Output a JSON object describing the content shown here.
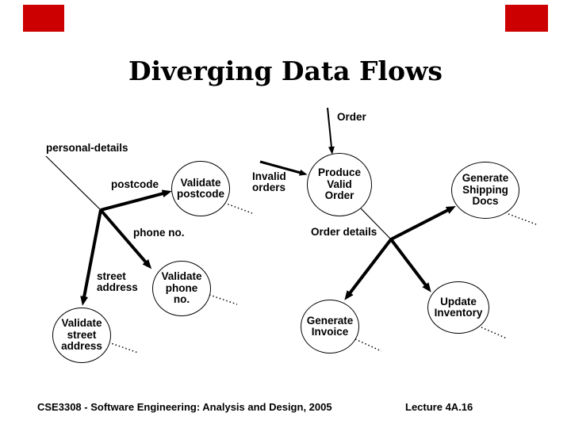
{
  "slide": {
    "title": "Diverging Data Flows",
    "accent_color": "#cc0000",
    "footer_left": "CSE3308 - Software Engineering: Analysis and Design, 2005",
    "footer_right": "Lecture 4A.16"
  },
  "diagram": {
    "flow_labels": {
      "order": "Order",
      "personal_details": "personal-details",
      "postcode": "postcode",
      "invalid_orders": "Invalid\norders",
      "phone_no": "phone no.",
      "street_address": "street\naddress",
      "order_details": "Order details"
    },
    "processes": {
      "validate_postcode": "Validate\npostcode",
      "produce_valid_order": "Produce\nValid\nOrder",
      "generate_shipping_docs": "Generate\nShipping\nDocs",
      "validate_phone_no": "Validate\nphone\nno.",
      "validate_street_address": "Validate\nstreet\naddress",
      "generate_invoice": "Generate\nInvoice",
      "update_inventory": "Update\nInventory"
    }
  }
}
